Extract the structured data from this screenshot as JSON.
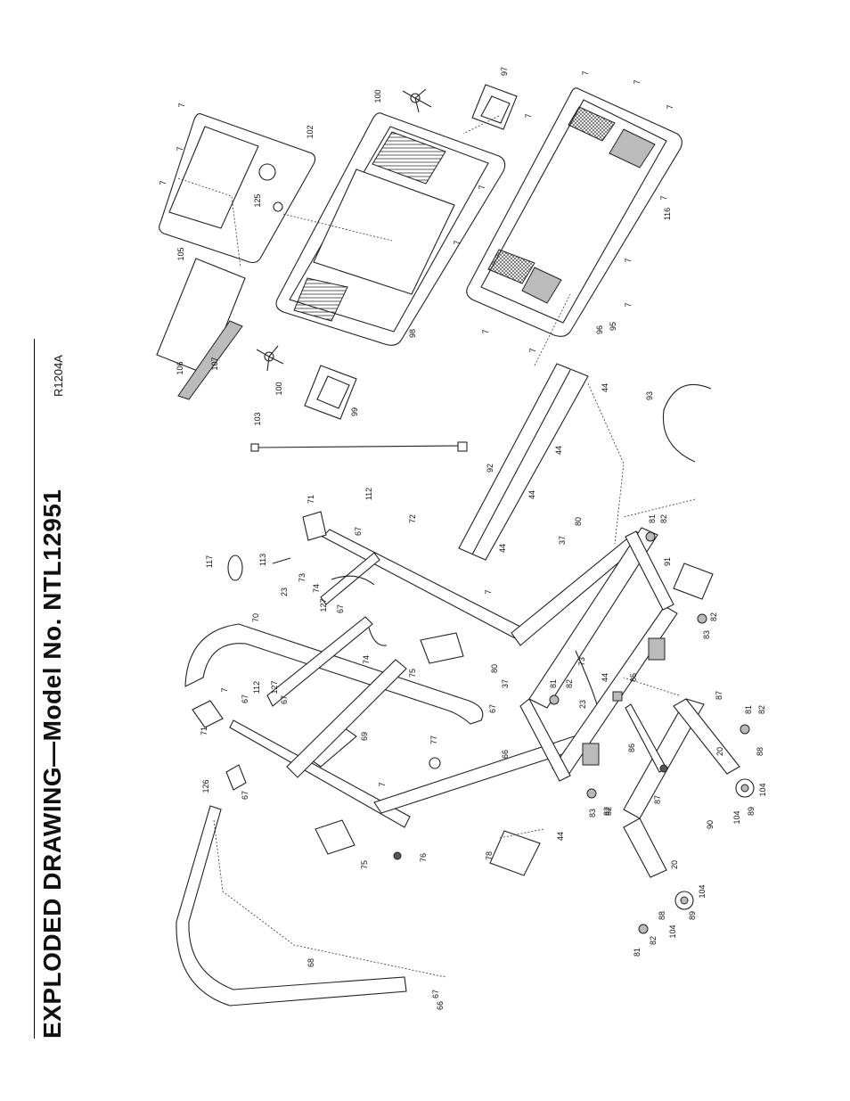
{
  "title": "EXPLODED DRAWING—Model No. NTL12951",
  "revision": "R1204A",
  "callouts": [
    {
      "label": "7"
    },
    {
      "label": "7"
    },
    {
      "label": "7"
    },
    {
      "label": "7"
    },
    {
      "label": "7"
    },
    {
      "label": "7"
    },
    {
      "label": "7"
    },
    {
      "label": "7"
    },
    {
      "label": "7"
    },
    {
      "label": "7"
    },
    {
      "label": "7"
    },
    {
      "label": "7"
    },
    {
      "label": "7"
    },
    {
      "label": "7"
    },
    {
      "label": "7"
    },
    {
      "label": "7"
    },
    {
      "label": "7"
    },
    {
      "label": "20"
    },
    {
      "label": "20"
    },
    {
      "label": "23"
    },
    {
      "label": "23"
    },
    {
      "label": "37"
    },
    {
      "label": "37"
    },
    {
      "label": "44"
    },
    {
      "label": "44"
    },
    {
      "label": "44"
    },
    {
      "label": "44"
    },
    {
      "label": "44"
    },
    {
      "label": "44"
    },
    {
      "label": "66"
    },
    {
      "label": "66"
    },
    {
      "label": "67"
    },
    {
      "label": "67"
    },
    {
      "label": "67"
    },
    {
      "label": "67"
    },
    {
      "label": "67"
    },
    {
      "label": "67"
    },
    {
      "label": "67"
    },
    {
      "label": "68"
    },
    {
      "label": "69"
    },
    {
      "label": "70"
    },
    {
      "label": "71"
    },
    {
      "label": "71"
    },
    {
      "label": "72"
    },
    {
      "label": "73"
    },
    {
      "label": "73"
    },
    {
      "label": "74"
    },
    {
      "label": "74"
    },
    {
      "label": "75"
    },
    {
      "label": "75"
    },
    {
      "label": "76"
    },
    {
      "label": "77"
    },
    {
      "label": "78"
    },
    {
      "label": "80"
    },
    {
      "label": "80"
    },
    {
      "label": "81"
    },
    {
      "label": "81"
    },
    {
      "label": "81"
    },
    {
      "label": "81"
    },
    {
      "label": "82"
    },
    {
      "label": "82"
    },
    {
      "label": "82"
    },
    {
      "label": "82"
    },
    {
      "label": "82"
    },
    {
      "label": "82"
    },
    {
      "label": "82"
    },
    {
      "label": "83"
    },
    {
      "label": "83"
    },
    {
      "label": "85"
    },
    {
      "label": "86"
    },
    {
      "label": "87"
    },
    {
      "label": "87"
    },
    {
      "label": "88"
    },
    {
      "label": "88"
    },
    {
      "label": "89"
    },
    {
      "label": "89"
    },
    {
      "label": "90"
    },
    {
      "label": "91"
    },
    {
      "label": "92"
    },
    {
      "label": "93"
    },
    {
      "label": "95"
    },
    {
      "label": "96"
    },
    {
      "label": "97"
    },
    {
      "label": "98"
    },
    {
      "label": "99"
    },
    {
      "label": "100"
    },
    {
      "label": "100"
    },
    {
      "label": "102"
    },
    {
      "label": "103"
    },
    {
      "label": "104"
    },
    {
      "label": "104"
    },
    {
      "label": "104"
    },
    {
      "label": "104"
    },
    {
      "label": "105"
    },
    {
      "label": "106"
    },
    {
      "label": "107"
    },
    {
      "label": "112"
    },
    {
      "label": "112"
    },
    {
      "label": "113"
    },
    {
      "label": "116"
    },
    {
      "label": "117"
    },
    {
      "label": "125"
    },
    {
      "label": "126"
    },
    {
      "label": "127"
    },
    {
      "label": "127"
    }
  ]
}
